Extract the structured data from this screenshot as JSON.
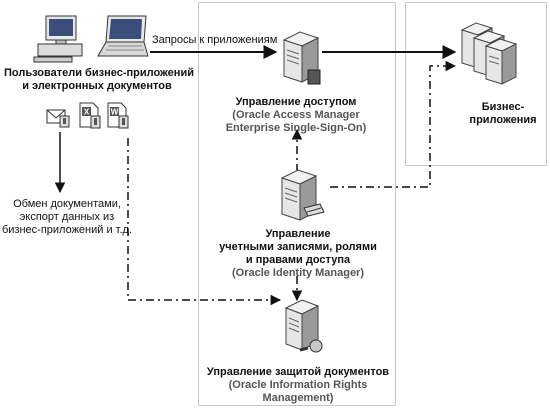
{
  "edge_label": "Запросы к приложениям",
  "users": {
    "title_line1": "Пользователи бизнес-приложений",
    "title_line2": "и электронных документов",
    "doc_icons": [
      "mail-document-icon",
      "excel-document-icon",
      "word-document-icon"
    ]
  },
  "exchange": {
    "line1": "Обмен документами,",
    "line2": "экспорт данных из",
    "line3": "бизнес-приложений и т.д."
  },
  "access": {
    "title": "Управление доступом",
    "sub_line1": "(Oracle Access Manager",
    "sub_line2": "Enterprise Single-Sign-On)"
  },
  "business": {
    "line1": "Бизнес-",
    "line2": "приложения"
  },
  "identity": {
    "line1": "Управление",
    "line2": "учетными записями, ролями",
    "line3": "и правами доступа",
    "sub": "(Oracle Identity Manager)"
  },
  "rights": {
    "title": "Управление защитой документов",
    "sub_line1": "(Oracle Information Rights",
    "sub_line2": "Management)"
  },
  "colors": {
    "server_light": "#f2f2f2",
    "server_dark": "#9a9a9a",
    "line": "#111111",
    "region_border": "#c9c9c9"
  }
}
